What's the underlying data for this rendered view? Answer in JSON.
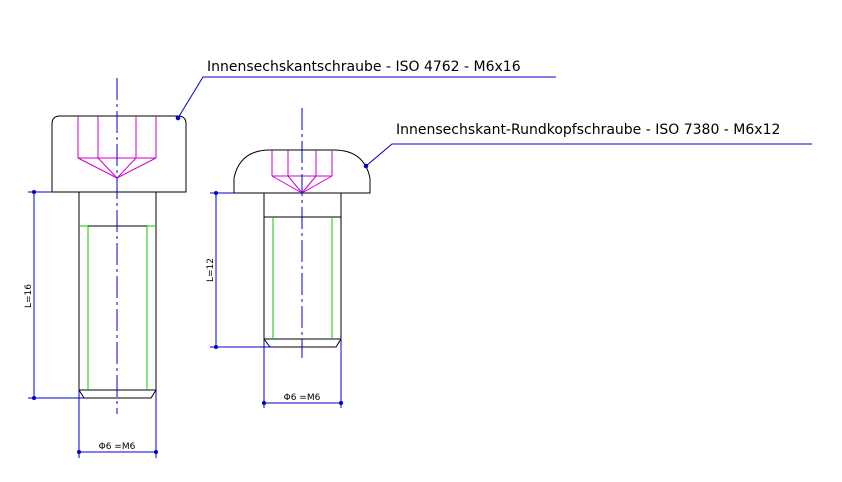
{
  "screws": [
    {
      "label": "Innensechskantschraube - ISO 4762 - M6x16",
      "length_dim": "L=16",
      "diameter_dim": "Φ6 =M6"
    },
    {
      "label": "Innensechskant-Rundkopfschraube - ISO 7380 - M6x12",
      "length_dim": "L=12",
      "diameter_dim": "Φ6 =M6"
    }
  ],
  "colors": {
    "outline": "#000000",
    "dimension": "#0000cc",
    "centerline": "#0000cc",
    "hex_socket": "#cc00cc",
    "thread": "#00cc00"
  }
}
